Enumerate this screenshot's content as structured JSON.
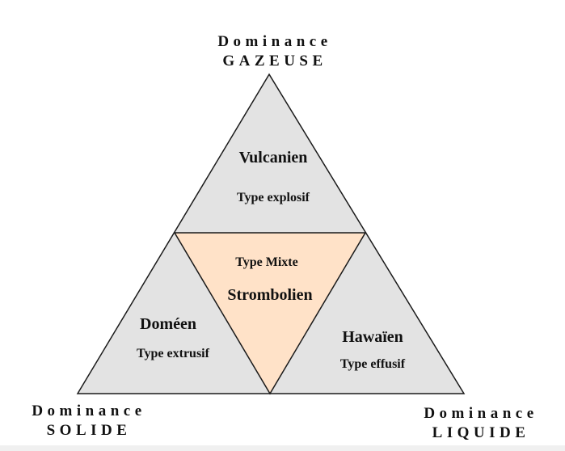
{
  "colors": {
    "outer_fill": "#e3e3e3",
    "center_fill": "#ffe2c8",
    "stroke": "#1a1a1a",
    "text": "#111111"
  },
  "corners": {
    "top": {
      "line1": "Dominance",
      "line2": "GAZEUSE"
    },
    "bottom_left": {
      "line1": "Dominance",
      "line2": "SOLIDE"
    },
    "bottom_right": {
      "line1": "Dominance",
      "line2": "LIQUIDE"
    }
  },
  "regions": {
    "top": {
      "title": "Vulcanien",
      "subtitle": "Type explosif"
    },
    "center": {
      "subtitle": "Type Mixte",
      "title": "Strombolien"
    },
    "left": {
      "title": "Doméen",
      "subtitle": "Type extrusif"
    },
    "right": {
      "title": "Hawaïen",
      "subtitle": "Type effusif"
    }
  }
}
